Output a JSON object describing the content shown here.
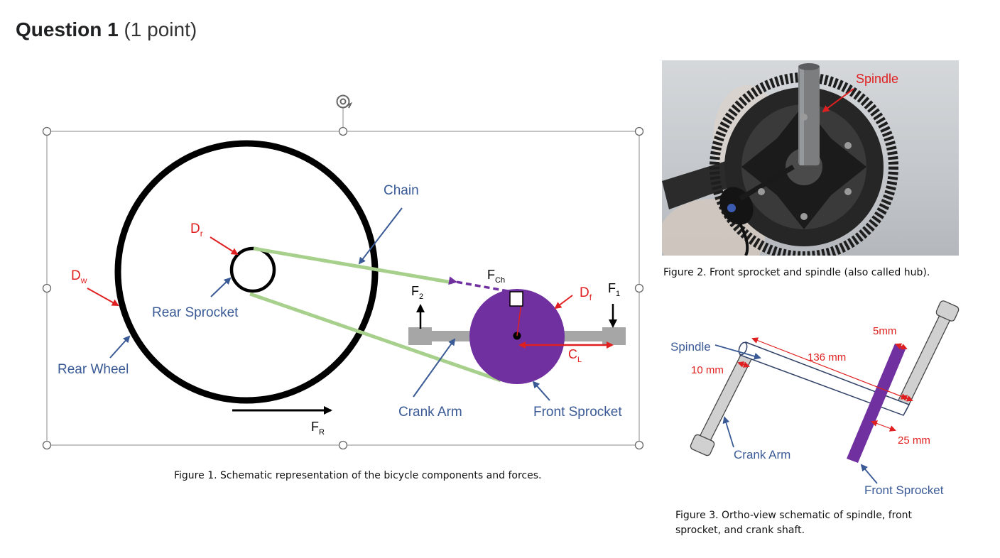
{
  "question": {
    "title": "Question 1",
    "points": "(1 point)"
  },
  "figure1": {
    "caption": "Figure 1. Schematic representation of the bicycle components and forces.",
    "labels": {
      "chain": "Chain",
      "dr": "D",
      "dr_sub": "r",
      "dw": "D",
      "dw_sub": "w",
      "rear_sprocket": "Rear Sprocket",
      "rear_wheel": "Rear Wheel",
      "fch": "F",
      "fch_sub": "Ch",
      "f2": "F",
      "f2_sub": "2",
      "df": "D",
      "df_sub": "f",
      "f1": "F",
      "f1_sub": "1",
      "cl": "C",
      "cl_sub": "L",
      "crank_arm": "Crank Arm",
      "front_sprocket": "Front Sprocket",
      "fr": "F",
      "fr_sub": "R"
    },
    "colors": {
      "label_blue": "#3a5a96",
      "label_red": "#e02020",
      "chain": "#a8d08d",
      "sprocket": "#7030a0",
      "crank": "#a6a6a6"
    }
  },
  "figure2": {
    "caption": "Figure 2. Front sprocket and spindle (also called hub).",
    "spindle_label": "Spindle"
  },
  "figure3": {
    "caption": "Figure 3. Ortho-view schematic of spindle, front sprocket, and crank shaft.",
    "labels": {
      "spindle": "Spindle",
      "dim_5mm": "5mm",
      "dim_136mm": "136 mm",
      "dim_10mm": "10 mm",
      "dim_25mm": "25 mm",
      "crank_arm": "Crank Arm",
      "front_sprocket": "Front Sprocket"
    }
  }
}
